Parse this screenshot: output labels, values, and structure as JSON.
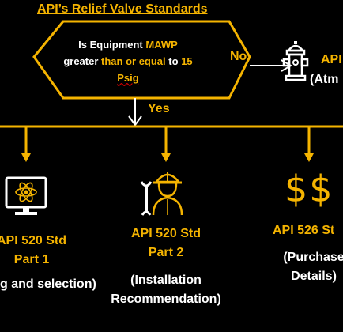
{
  "title": "API’s Relief Valve Standards",
  "decision": {
    "w1": "Is Equipment",
    "w2": "MAWP",
    "w3": "greater",
    "w4": "than or equal",
    "w5": "to",
    "w6": "15",
    "w7": "Psig"
  },
  "branches": {
    "no": "No",
    "yes": "Yes"
  },
  "no_target": {
    "line1": "API",
    "line2": "(Atm"
  },
  "cols": [
    {
      "icon": "computer-atom-icon",
      "title1": "API 520 Std",
      "title2": "Part 1",
      "desc1": "g and selection)"
    },
    {
      "icon": "engineer-icon",
      "title1": "API 520 Std",
      "title2": "Part 2",
      "desc1": "(Installation",
      "desc2": "Recommendation)"
    },
    {
      "icon": "dollar-icon",
      "icon_text": "$$",
      "title1": "API 526 St",
      "desc1": "(Purchase",
      "desc2": "Details)"
    }
  ],
  "colors": {
    "accent": "#f5b400",
    "text": "#ffffff",
    "background": "#000000"
  }
}
